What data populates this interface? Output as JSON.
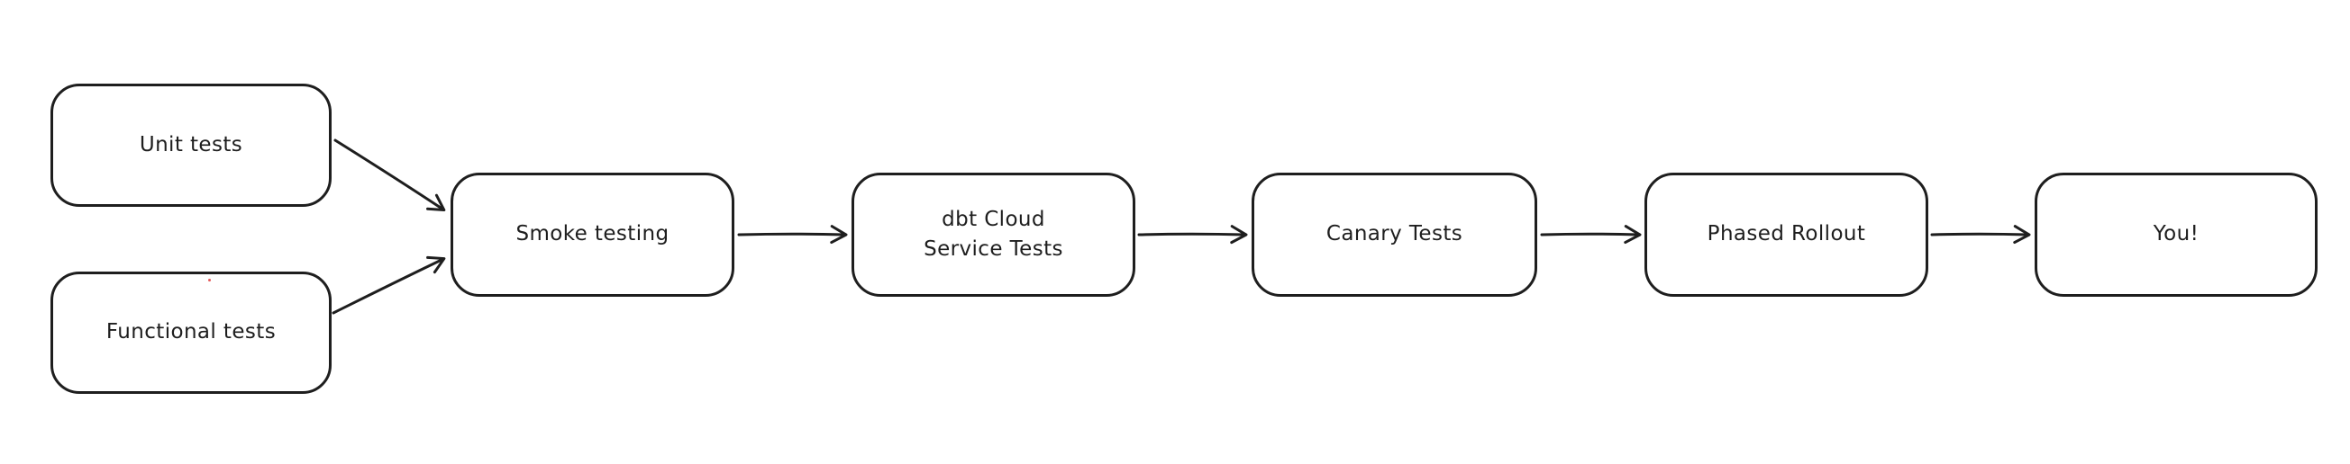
{
  "diagram": {
    "colors": {
      "stroke": "#1e1e1e",
      "background": "#ffffff",
      "stray_dot": "#e03131"
    },
    "nodes": [
      {
        "id": "unit-tests",
        "label": "Unit tests"
      },
      {
        "id": "functional-tests",
        "label": "Functional tests"
      },
      {
        "id": "smoke-testing",
        "label": "Smoke testing"
      },
      {
        "id": "dbt-cloud-service-tests",
        "label": "dbt Cloud\nService Tests"
      },
      {
        "id": "canary-tests",
        "label": "Canary Tests"
      },
      {
        "id": "phased-rollout",
        "label": "Phased Rollout"
      },
      {
        "id": "you",
        "label": "You!"
      }
    ],
    "edges": [
      {
        "from": "unit-tests",
        "to": "smoke-testing"
      },
      {
        "from": "functional-tests",
        "to": "smoke-testing"
      },
      {
        "from": "smoke-testing",
        "to": "dbt-cloud-service-tests"
      },
      {
        "from": "dbt-cloud-service-tests",
        "to": "canary-tests"
      },
      {
        "from": "canary-tests",
        "to": "phased-rollout"
      },
      {
        "from": "phased-rollout",
        "to": "you"
      }
    ]
  }
}
